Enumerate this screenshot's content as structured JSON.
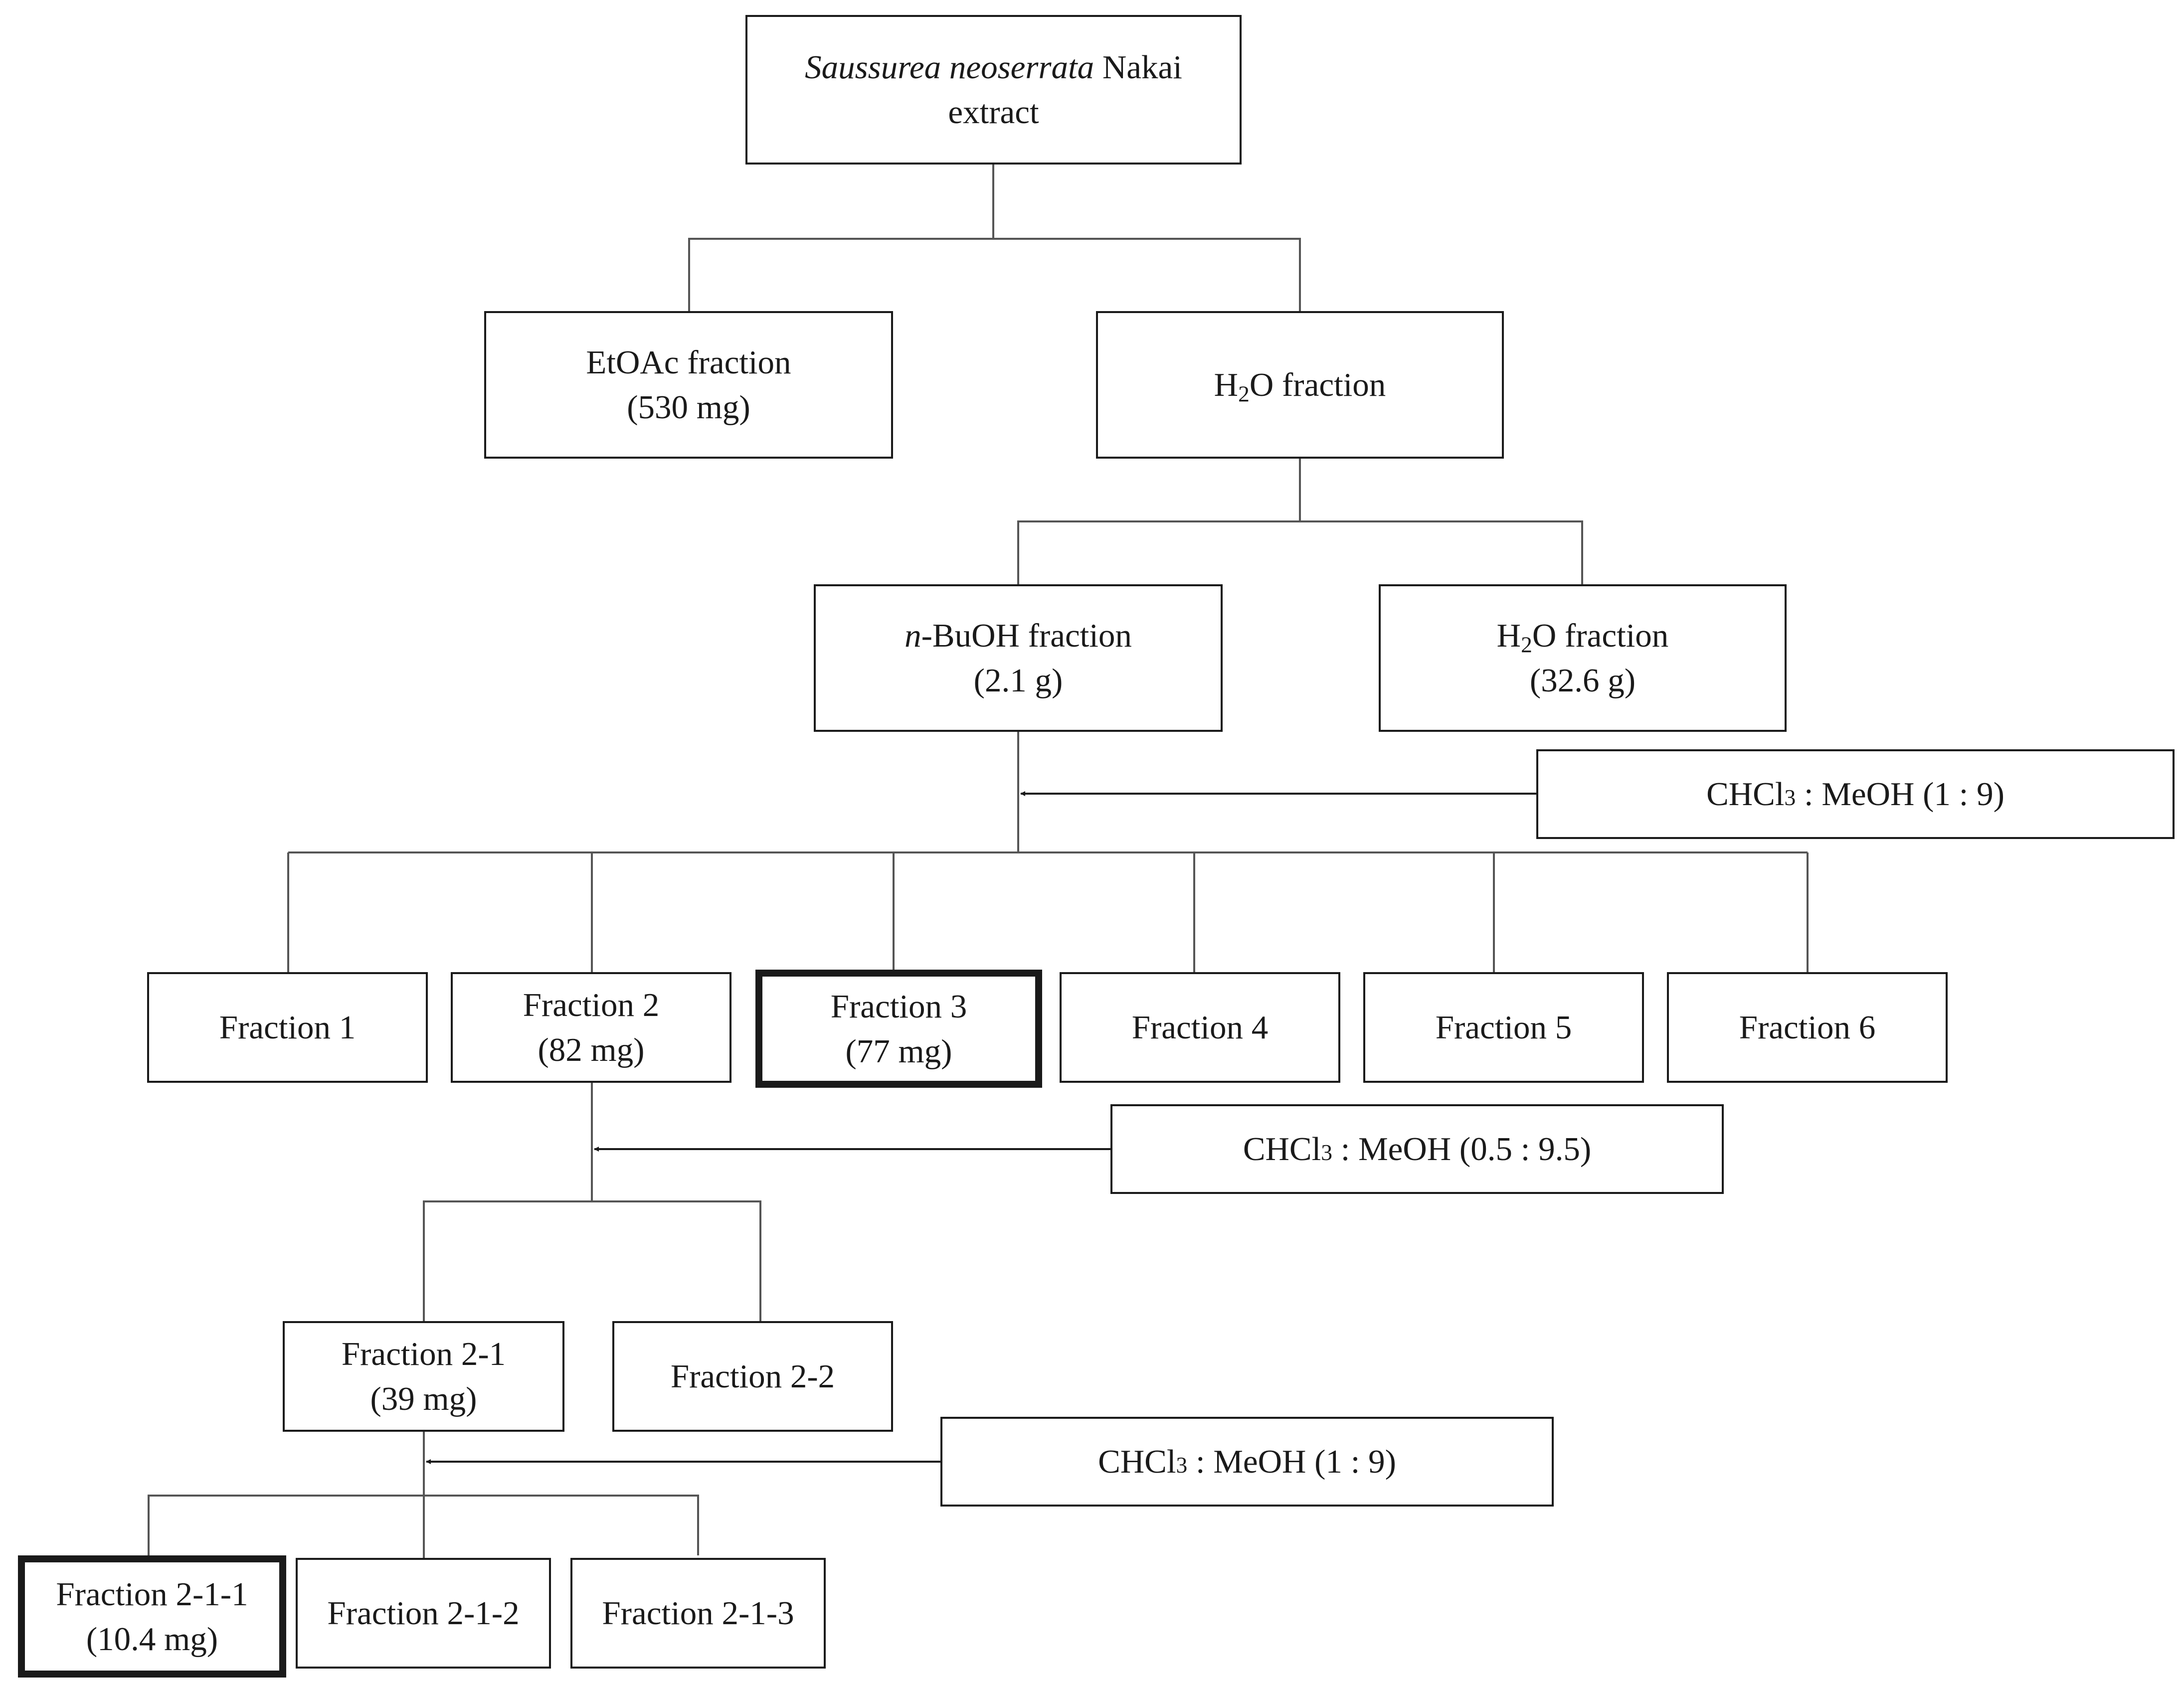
{
  "root": {
    "line1_italic": "Saussurea neoserrata",
    "line1_rest": " Nakai",
    "line2": "extract"
  },
  "level1": {
    "etoac": {
      "line1": "EtOAc fraction",
      "line2": "(530 mg)"
    },
    "h2o": {
      "pre": "H",
      "sub": "2",
      "post": "O fraction"
    }
  },
  "level2": {
    "buoh": {
      "italic": "n",
      "rest": "-BuOH fraction",
      "line2": "(2.1 g)"
    },
    "h2o": {
      "pre": "H",
      "sub": "2",
      "post": "O fraction",
      "line2": "(32.6 g)"
    }
  },
  "solvents": [
    {
      "pre": "CHCl",
      "sub": "3",
      "post": " : MeOH (1 : 9)"
    },
    {
      "pre": "CHCl",
      "sub": "3",
      "post": " : MeOH (0.5 : 9.5)"
    },
    {
      "pre": "CHCl",
      "sub": "3",
      "post": " : MeOH (1 : 9)"
    }
  ],
  "fractions": [
    {
      "line1": "Fraction 1",
      "line2": ""
    },
    {
      "line1": "Fraction 2",
      "line2": "(82 mg)"
    },
    {
      "line1": "Fraction 3",
      "line2": "(77 mg)"
    },
    {
      "line1": "Fraction 4",
      "line2": ""
    },
    {
      "line1": "Fraction 5",
      "line2": ""
    },
    {
      "line1": "Fraction 6",
      "line2": ""
    }
  ],
  "sub_fractions": [
    {
      "line1": "Fraction 2-1",
      "line2": "(39 mg)"
    },
    {
      "line1": "Fraction 2-2",
      "line2": ""
    }
  ],
  "sub_sub_fractions": [
    {
      "line1": "Fraction 2-1-1",
      "line2": "(10.4 mg)"
    },
    {
      "line1": "Fraction 2-1-2",
      "line2": ""
    },
    {
      "line1": "Fraction 2-1-3",
      "line2": ""
    }
  ]
}
